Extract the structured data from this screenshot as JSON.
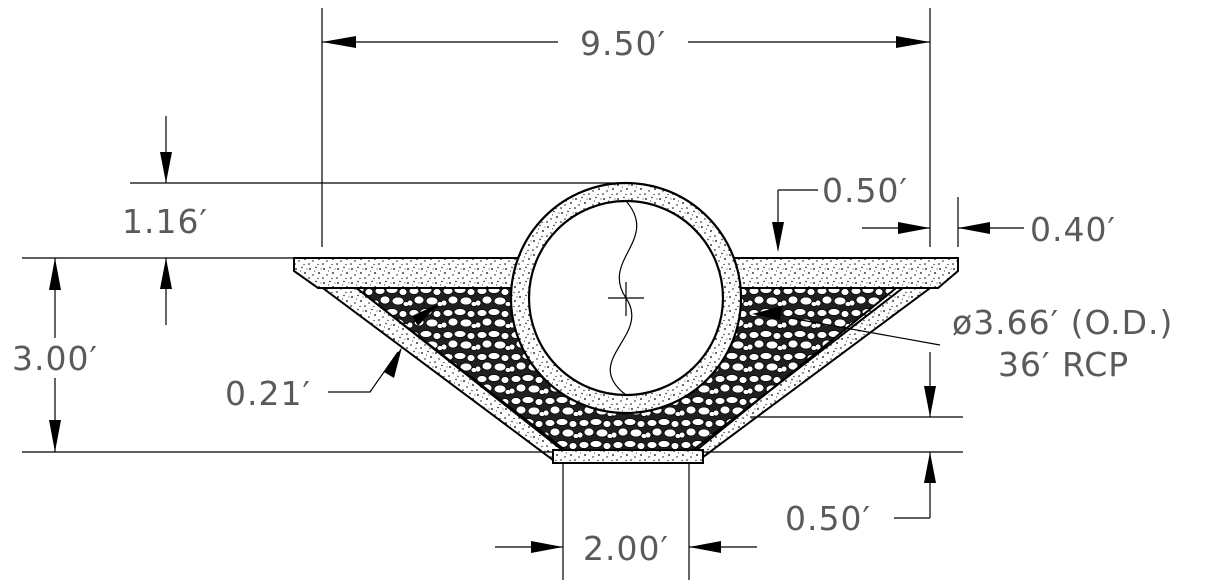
{
  "dimensions": {
    "top_width": "9.50′",
    "pipe_cover": "1.16′",
    "slab_thickness": "0.50′",
    "slab_overhang": "0.40′",
    "trench_depth": "3.00′",
    "wall_thickness": "0.21′",
    "bottom_bedding": "0.50′",
    "bottom_width": "2.00′"
  },
  "pipe": {
    "diameter_label": "ø3.66′ (O.D.)",
    "type_label": "36′ RCP"
  },
  "colors": {
    "line": "#000000",
    "text": "#5a5a5a",
    "background": "#ffffff"
  }
}
